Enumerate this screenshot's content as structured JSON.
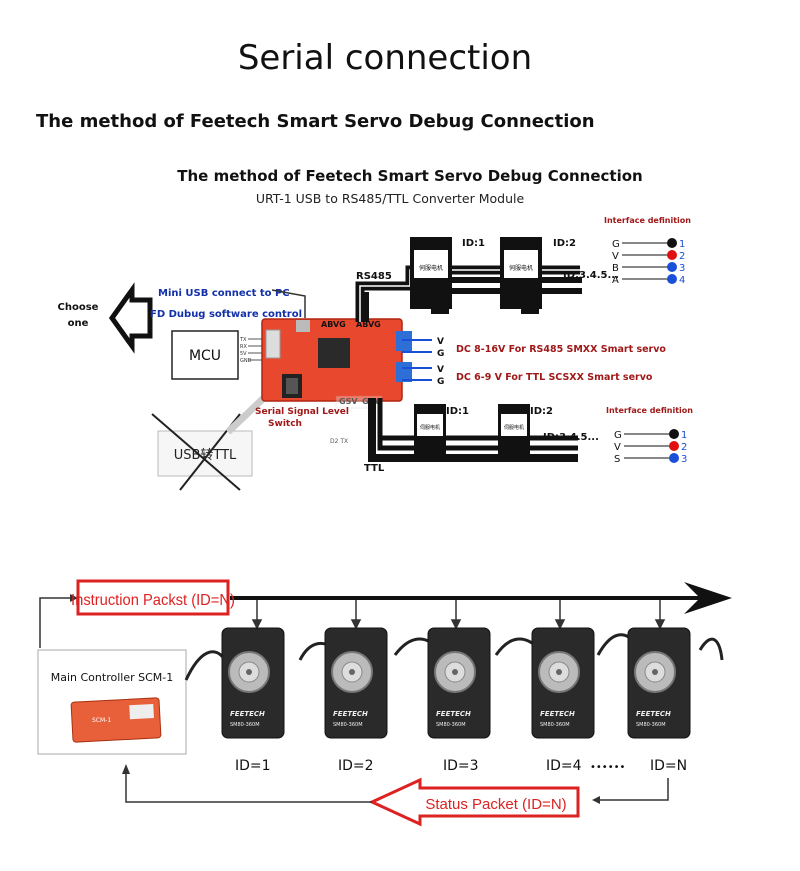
{
  "page": {
    "title": "Serial connection",
    "subtitle": "The method of Feetech Smart Servo Debug Connection"
  },
  "debug_diagram": {
    "title": "The method of Feetech Smart Servo Debug Connection",
    "module_name": "URT-1 USB to RS485/TTL Converter Module",
    "choose_one": [
      "Choose",
      "one"
    ],
    "mini_usb": "Mini USB connect to PC",
    "fd_debug": "FD Dubug software control",
    "mcu": "MCU",
    "mcu_pins": [
      "TX",
      "RX",
      "5V",
      "GND"
    ],
    "usb_ttl": "USB转TTL",
    "serial_switch": [
      "Serial Signal Level",
      "Switch"
    ],
    "board_top_labels": [
      "ABVG",
      "ABVG"
    ],
    "board_bottom_labels": [
      "GSV",
      "GSV"
    ],
    "d2_label": "D2 TX",
    "rs485_label": "RS485",
    "ttl_label": "TTL",
    "servo_chinese": "伺服电机",
    "rs485_ids": [
      "ID:1",
      "ID:2",
      "ID:3.4.5..."
    ],
    "ttl_ids": [
      "ID:1",
      "ID:2",
      "ID:3.4.5..."
    ],
    "power_v": "V",
    "power_g": "G",
    "dc_rs485": "DC 8-16V For RS485 SMXX Smart servo",
    "dc_ttl": "DC 6-9 V For TTL SCSXX Smart servo",
    "interface_title": "Interface definition",
    "interface_rs485": [
      {
        "pin": "G",
        "num": "1",
        "color": "#111111"
      },
      {
        "pin": "V",
        "num": "2",
        "color": "#e01010"
      },
      {
        "pin": "B",
        "num": "3",
        "color": "#1a4fd8"
      },
      {
        "pin": "A",
        "num": "4",
        "color": "#1a4fd8"
      }
    ],
    "interface_ttl": [
      {
        "pin": "G",
        "num": "1",
        "color": "#111111"
      },
      {
        "pin": "V",
        "num": "2",
        "color": "#e01010"
      },
      {
        "pin": "S",
        "num": "3",
        "color": "#1a4fd8"
      }
    ]
  },
  "bus_diagram": {
    "instruction_packet": "Instruction Packst (ID=N)",
    "status_packet": "Status Packet (ID=N)",
    "controller": "Main Controller SCM-1",
    "controller_board": "SCM-1",
    "servo_brand": "FEETECH",
    "servo_model": "SM80-360M",
    "servo_ids": [
      "ID=1",
      "ID=2",
      "ID=3",
      "ID=4",
      "ID=N"
    ],
    "dots": "••••••"
  }
}
